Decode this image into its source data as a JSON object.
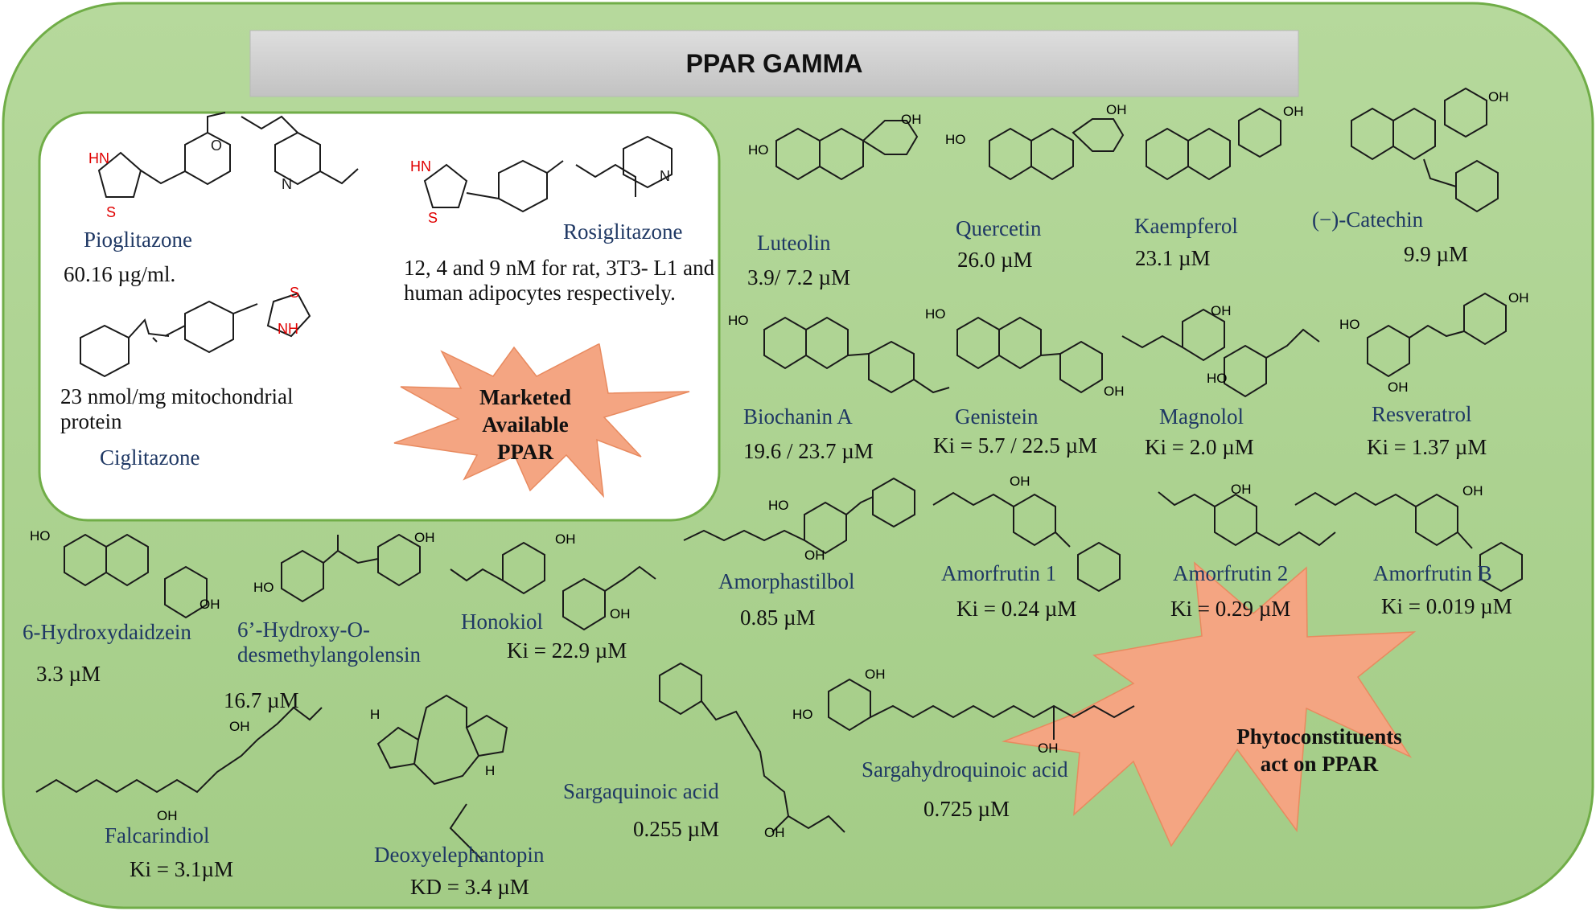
{
  "title": "PPAR GAMMA",
  "marketed": {
    "label_lines": [
      "Marketed",
      "Available",
      "PPAR"
    ],
    "drugs": [
      {
        "name": "Pioglitazone",
        "value": "60.16 µg/ml."
      },
      {
        "name": "Rosiglitazone",
        "value": "12, 4 and 9 nM for rat, 3T3- L1 and human adipocytes respectively."
      },
      {
        "name": "Ciglitazone",
        "value": "23 nmol/mg mitochondrial protein"
      }
    ]
  },
  "phyto": {
    "label_lines": [
      "Phytoconstituents",
      "act on  PPAR"
    ],
    "compounds": [
      {
        "name": "Luteolin",
        "value": "3.9/ 7.2 µM"
      },
      {
        "name": "Quercetin",
        "value": "26.0 µM"
      },
      {
        "name": "Kaempferol",
        "value": "23.1 µM"
      },
      {
        "name": "(−)-Catechin",
        "value": "9.9 µM"
      },
      {
        "name": "Biochanin A",
        "value": "19.6 / 23.7 µM"
      },
      {
        "name": "Genistein",
        "value": "Ki = 5.7 / 22.5 µM"
      },
      {
        "name": "Magnolol",
        "value": "Ki = 2.0 µM"
      },
      {
        "name": "Resveratrol",
        "value": "Ki = 1.37 µM"
      },
      {
        "name": "Amorphastilbol",
        "value": "0.85 µM"
      },
      {
        "name": "Amorfrutin 1",
        "value": "Ki = 0.24 µM"
      },
      {
        "name": "Amorfrutin 2",
        "value": "Ki = 0.29 µM"
      },
      {
        "name": "Amorfrutin B",
        "value": "Ki = 0.019 µM"
      },
      {
        "name": "6-Hydroxydaidzein",
        "value": "3.3 µM"
      },
      {
        "name": "6’-Hydroxy-O-desmethylangolensin",
        "value": "16.7 µM"
      },
      {
        "name": "Honokiol",
        "value": "Ki = 22.9 µM"
      },
      {
        "name": "Sargaquinoic acid",
        "value": "0.255 µM"
      },
      {
        "name": "Sargahydroquinoic acid",
        "value": "0.725 µM"
      },
      {
        "name": "Falcarindiol",
        "value": "Ki = 3.1µM"
      },
      {
        "name": "Deoxyelephantopin",
        "value": "KD = 3.4 µM"
      }
    ]
  },
  "atoms": {
    "oh": "OH",
    "ho": "HO",
    "o": "O",
    "n": "N",
    "s": "S",
    "h": "H",
    "hn": "HN",
    "nh": "NH"
  },
  "colors": {
    "panel": "#a9d08e",
    "panel_border": "#70ad47",
    "banner": "#d0d0d0",
    "burst": "#f4a582",
    "name_text": "#1f3864",
    "heteroatom": "#e00000"
  }
}
